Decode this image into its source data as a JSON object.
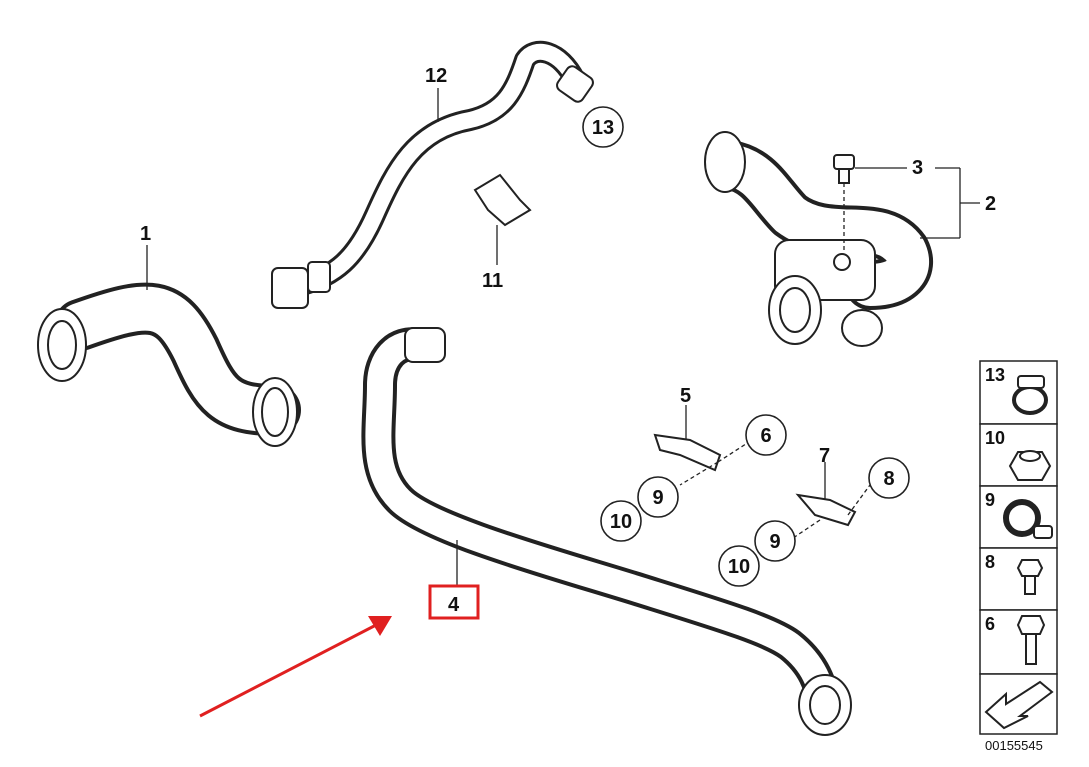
{
  "callouts": {
    "p1": "1",
    "p2": "2",
    "p3": "3",
    "p4": "4",
    "p5": "5",
    "p6": "6",
    "p7": "7",
    "p8": "8",
    "p9a": "9",
    "p9b": "9",
    "p10a": "10",
    "p10b": "10",
    "p11": "11",
    "p12": "12",
    "p13": "13"
  },
  "highlight": {
    "part": "4",
    "color": "#e02020"
  },
  "sidebar": {
    "items": [
      {
        "num": "13",
        "icon": "hose-clamp-icon"
      },
      {
        "num": "10",
        "icon": "hex-nut-icon"
      },
      {
        "num": "9",
        "icon": "p-clip-icon"
      },
      {
        "num": "8",
        "icon": "short-bolt-icon"
      },
      {
        "num": "6",
        "icon": "long-bolt-icon"
      },
      {
        "num": "",
        "icon": "direction-arrow-icon"
      }
    ]
  },
  "reference_number": "00155545"
}
